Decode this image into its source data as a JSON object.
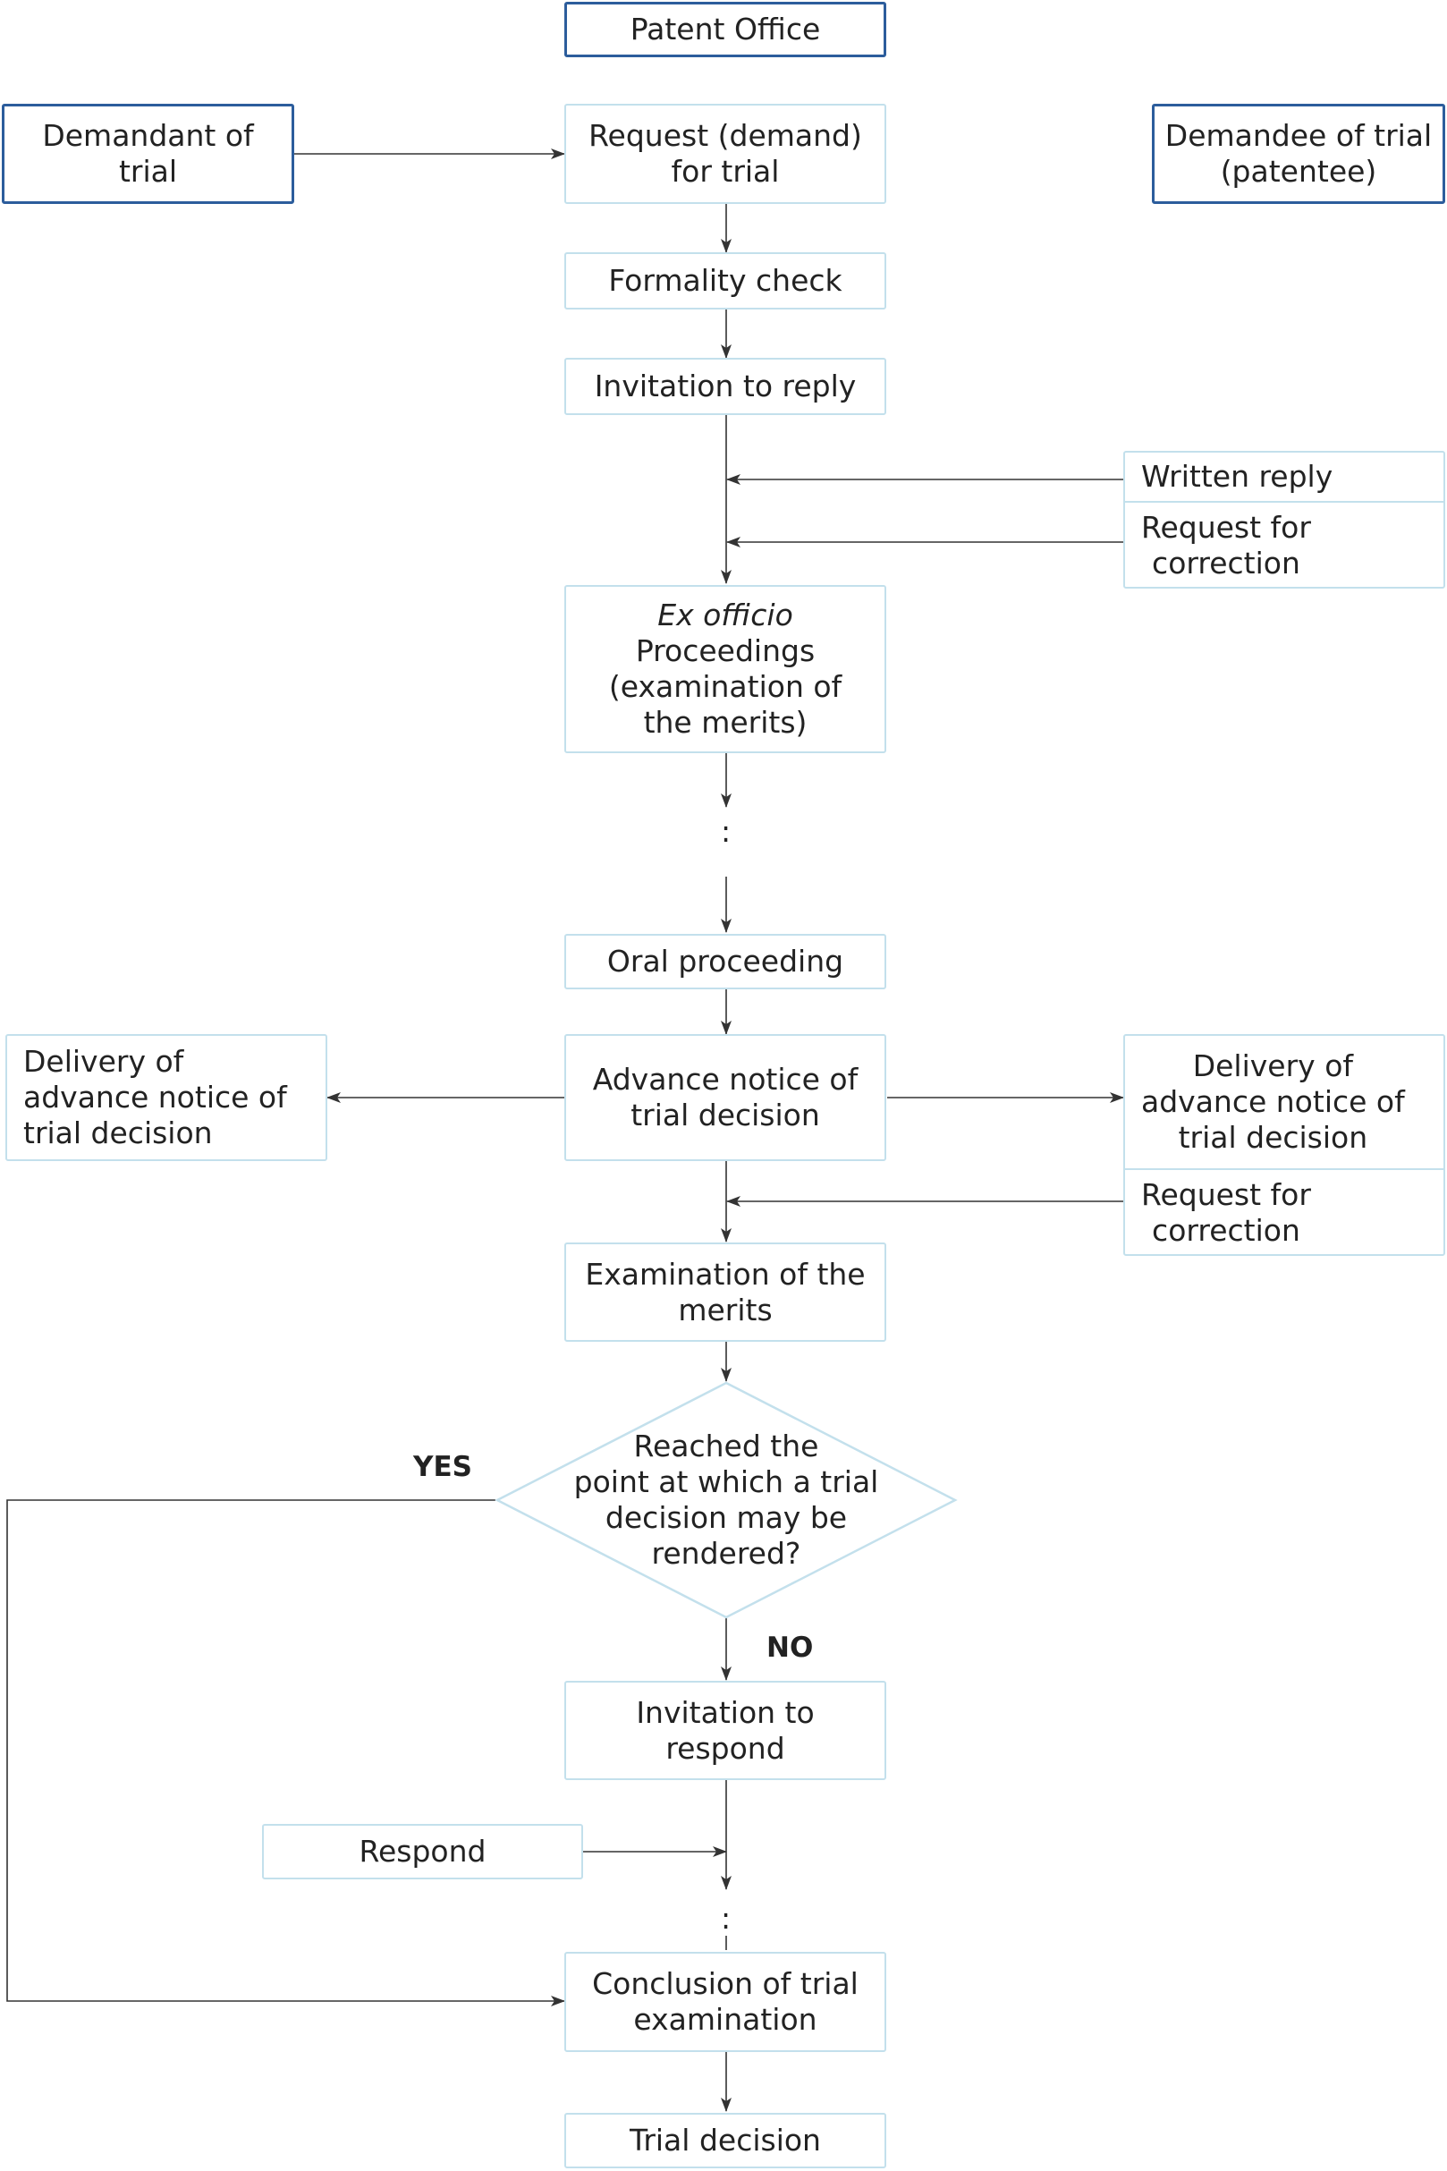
{
  "header": {
    "patent_office": "Patent Office"
  },
  "parties": {
    "demandant": "Demandant of\ntrial",
    "demandee": "Demandee of trial\n(patentee)"
  },
  "steps": {
    "request": "Request (demand)\nfor trial",
    "formality": "Formality check",
    "invitation_reply": "Invitation to reply",
    "ex_officio_em": "Ex officio",
    "ex_officio_rest": "Proceedings\n(examination of\nthe merits)",
    "ellipsis_1": ":",
    "oral": "Oral proceeding",
    "advance_notice": "Advance notice of\ntrial decision",
    "exam_merits": "Examination of the\nmerits",
    "decision_question": "Reached the\npoint at which a trial\ndecision may be\nrendered?",
    "invitation_respond": "Invitation to\nrespond",
    "ellipsis_2": ":",
    "conclusion": "Conclusion of trial\nexamination",
    "trial_decision": "Trial decision"
  },
  "side": {
    "written_reply": "Written reply",
    "request_correction_1": "Request for\ncorrection",
    "delivery_left": "Delivery of\nadvance notice of\ntrial decision",
    "delivery_right": "Delivery of\nadvance notice of\ntrial decision",
    "request_correction_2": "Request for\ncorrection",
    "respond": "Respond"
  },
  "branch_labels": {
    "yes": "YES",
    "no": "NO"
  },
  "colors": {
    "box_border": "#c3e0ec",
    "accent_border": "#2c5d9c",
    "connector": "#333333"
  }
}
